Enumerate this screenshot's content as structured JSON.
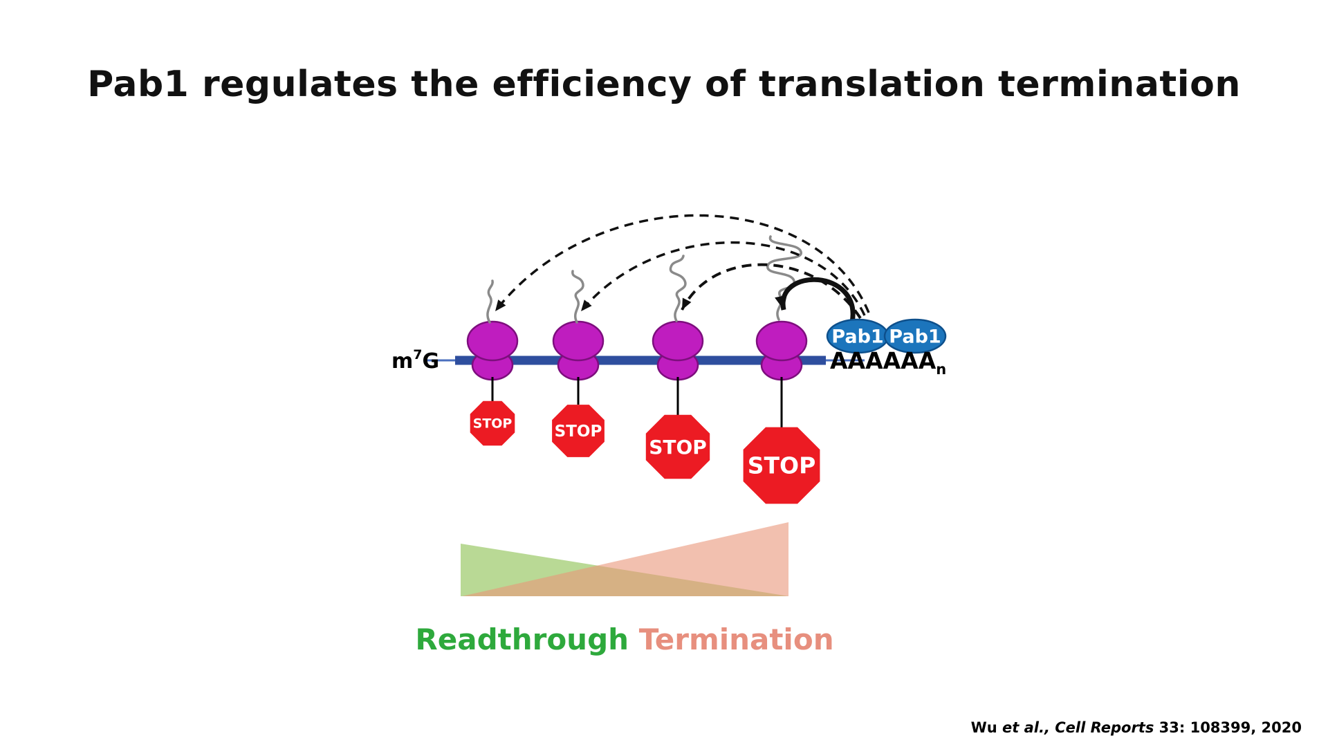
{
  "slide": {
    "title": "Pab1 regulates the efficiency of translation termination",
    "citation": {
      "prefix": "Wu ",
      "italic": "et al., Cell Reports",
      "suffix": " 33: 108399, 2020"
    }
  },
  "diagram": {
    "mrna": {
      "cap": {
        "base": "m",
        "sup": "7",
        "g": "G"
      },
      "polya": {
        "main": "AAAAAA",
        "sub": "n"
      }
    },
    "pab1": [
      "Pab1",
      "Pab1"
    ],
    "stops": [
      "STOP",
      "STOP",
      "STOP",
      "STOP"
    ]
  },
  "legend": {
    "readthrough": "Readthrough",
    "termination": "Termination"
  },
  "colors": {
    "mrna_blue": "#2e4e9e",
    "mrna_thin_blue": "#4a6fbe",
    "ribosome_magenta": "#bf1dbf",
    "ribosome_outline": "#7d0e7d",
    "stop_red": "#ec1b23",
    "pab1_blue": "#1c75bc",
    "pab1_outline": "#0d4f8b",
    "nascent_gray": "#8a8a8a",
    "readthrough_green": "#2ea93c",
    "termination_salmon": "#e78f7e",
    "arc_black": "#111111"
  }
}
